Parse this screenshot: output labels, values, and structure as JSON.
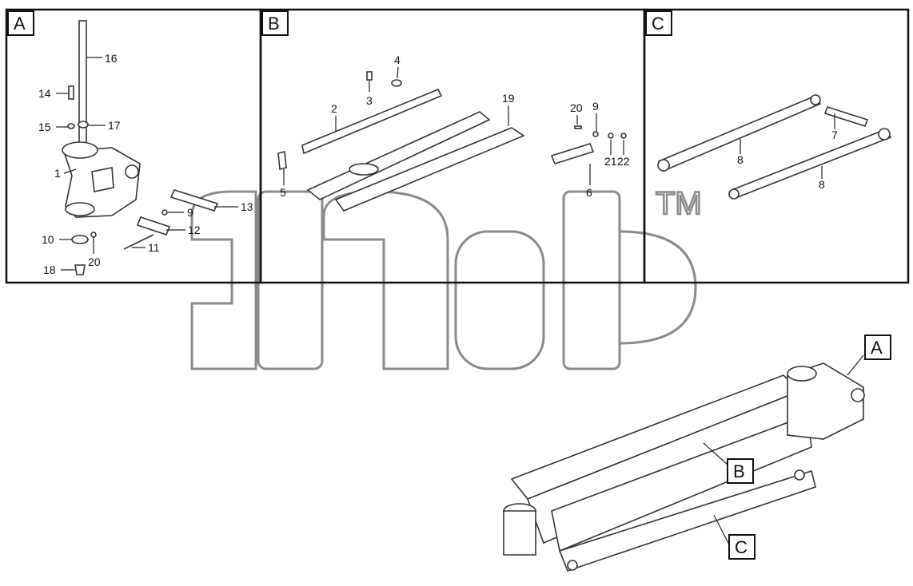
{
  "sections": [
    {
      "id": "A",
      "letter": "A"
    },
    {
      "id": "B",
      "letter": "B"
    },
    {
      "id": "C",
      "letter": "C"
    }
  ],
  "callouts": {
    "A": [
      "16",
      "14",
      "15",
      "17",
      "1",
      "9",
      "13",
      "12",
      "10",
      "20",
      "11",
      "18"
    ],
    "B": [
      "4",
      "3",
      "2",
      "19",
      "20",
      "9",
      "21",
      "22",
      "5",
      "6"
    ],
    "C": [
      "7",
      "8",
      "8"
    ]
  },
  "overview_labels": [
    "A",
    "B",
    "C"
  ],
  "watermark": {
    "trademark": "TM"
  }
}
